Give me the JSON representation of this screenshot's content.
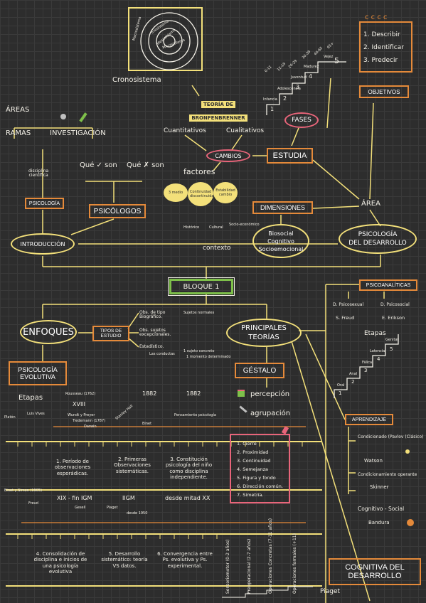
{
  "colors": {
    "orange": "#e58a3a",
    "yellow": "#f3e07a",
    "pink": "#e8657a",
    "green": "#7ec04a",
    "white": "#f4f1e8",
    "bg": "#2d2d2d"
  },
  "top": {
    "cronosistema": "Cronosistema",
    "rings": [
      "Macrosistema",
      "Exosistema",
      "Mesosistema",
      "Microsistema"
    ],
    "teoria": [
      "TEORÍA DE",
      "BRONFENBRENNER"
    ],
    "cuantitativos": "Cuantitativos",
    "cualitativos": "Cualitativos",
    "cambios": "CAMBIOS",
    "estudia": "ESTUDIA",
    "fases": "FASES",
    "factores": "factores",
    "factor_items": [
      "3 medio",
      "Continuidad discontinuidad",
      "Estabilidad cambio"
    ],
    "dimensiones": "DIMENSIONES",
    "dim_items": [
      "Biosocial",
      "Cognitivo",
      "Socioemocional"
    ],
    "contexto_items": [
      "Histórico",
      "Cultural",
      "Socio-económico"
    ],
    "contexto": "contexto",
    "area": "ÁREA",
    "psicologia_desarrollo": [
      "PSICOLOGÍA",
      "DEL DESARROLLO"
    ],
    "objetivos_list": [
      "1. Describir",
      "2. Identificar",
      "3. Predecir"
    ],
    "objetivos": "OBJETIVOS",
    "fases_steps": [
      {
        "n": "1",
        "label": "Infancia"
      },
      {
        "n": "2",
        "label": "Adolescencia"
      },
      {
        "n": "3",
        "label": "Juventud"
      },
      {
        "n": "4",
        "label": "Madurez"
      },
      {
        "n": "5",
        "label": "Vejez"
      }
    ],
    "ages": [
      "0-11",
      "12-19",
      "20-29",
      "30-39",
      "40-65",
      "65+"
    ]
  },
  "left": {
    "areas": "ÁREAS",
    "ramas": "RAMAS",
    "investigacion": "INVESTIGACIÓN",
    "disciplina": [
      "disciplina",
      "científica"
    ],
    "psicologia": "PSICOLOGÍA",
    "psicologos": "PSICÓLOGOS",
    "que_son_ok": "Qué ✓ son",
    "que_son_no": "Qué ✗ son",
    "introduccion": "INTRODUCCIÓN"
  },
  "center": {
    "bloque": "BLOQUE 1"
  },
  "enfoques": {
    "title": "ENFOQUES",
    "tipos": [
      "TIPOS DE",
      "ESTUDIO"
    ],
    "items": [
      "Obs. de tipo Biográfico.",
      "Obs. sujetos excepcionales.",
      "Estadístico."
    ],
    "sub": [
      "Sujetos normales",
      "Las conductas",
      "1 sujeto concreto",
      "1 momento determinado"
    ]
  },
  "evolutiva": {
    "title": [
      "PSICOLOGÍA",
      "EVOLUTIVA"
    ],
    "etapas": "Etapas",
    "top_labels": [
      "Platón",
      "Luis Vives",
      "Rousseau (1762)",
      "XVIII",
      "1882",
      "1882"
    ],
    "names_a": [
      "Wundt y Preyer",
      "Tiedemann (1787)",
      "Darwin",
      "Stanley Hall",
      "Binet",
      "Pensamiento psicología"
    ],
    "row1": [
      "1. Período de observaciones esporádicas.",
      "2. Primeras Observaciones sistemáticas.",
      "3. Constitución psicología del niño como disciplina independiente."
    ],
    "mid_labels": [
      "XIX - fin IGM",
      "IIGM",
      "desde mitad XX"
    ],
    "names_b": [
      "Binet y Simon (1905)",
      "Freud",
      "Gesell",
      "Piaget",
      "desde 1950"
    ],
    "row2": [
      "4. Consolidación de disciplina e inicios de una psicología evolutiva",
      "5. Desarrollo sistemático: teoría VS datos.",
      "6. Convergencia entre Ps. evolutiva y Ps. experimental."
    ]
  },
  "principales": {
    "title": [
      "PRINCIPALES",
      "TEORÍAS"
    ],
    "gestalt": "GÉSTALO",
    "percepcion": "percepción",
    "agrupacion": "agrupación",
    "laws": [
      "1. Cierre",
      "2. Proximidad",
      "3. Continuidad",
      "4. Semejanza",
      "5. Figura y fondo",
      "6. Dirección común.",
      "7. Simetría."
    ]
  },
  "psicoanaliticas": {
    "title": "PSICOANALÍTICAS",
    "a": "D. Psicosexual",
    "b": "D. Psicosocial",
    "fa": "S. Freud",
    "fb": "E. Erikson",
    "etapas": "Etapas",
    "steps": [
      "Oral",
      "Anal",
      "Fálica",
      "Latencia",
      "Genital"
    ],
    "nums": [
      "1",
      "2",
      "3",
      "4",
      "5"
    ]
  },
  "aprendizaje": {
    "title": "APRENDIZAJE",
    "items": [
      "Condicionado (Pavlov (Clásico)",
      "Watson",
      "Condicionamiento operante",
      "Skinner",
      "Cognitivo - Social",
      "Bandura"
    ]
  },
  "cognitiva": {
    "title": [
      "COGNITIVA DEL",
      "DESARROLLO"
    ],
    "author": "Piaget",
    "stages": [
      "Sensoriomotor (0-2 años)",
      "Preoperacional (2-7 años)",
      "Operaciones Concretas (7-11 años)",
      "Operaciones formales (+11)"
    ]
  }
}
